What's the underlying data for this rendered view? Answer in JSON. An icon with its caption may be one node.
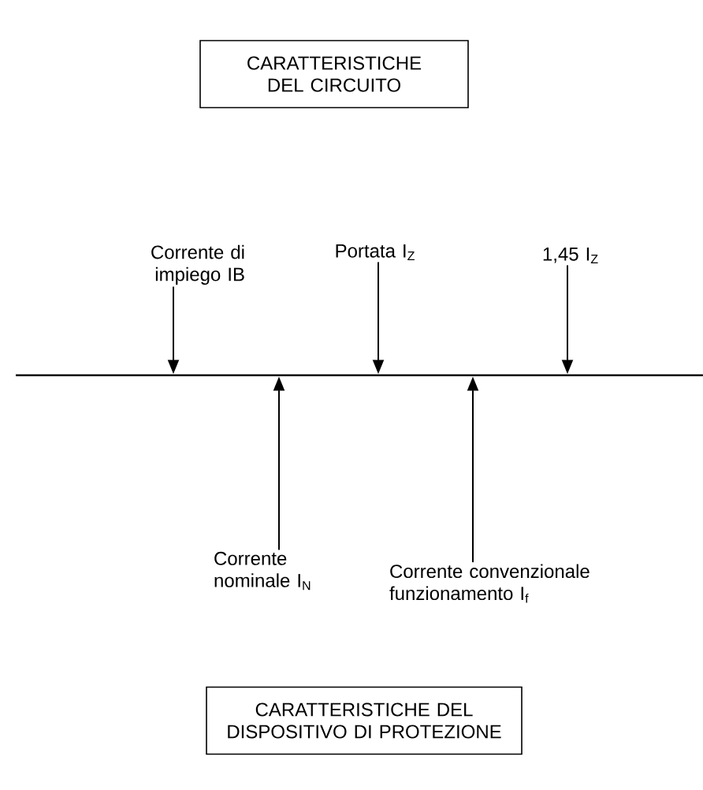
{
  "diagram": {
    "nodes": [
      {
        "text": [
          "CARATTERISTICHE DEL CIRCUITO"
        ]
      },
      {
        "text": [
          "CARATTERISTICHE DEL DISPOSITIVO DI PROTEZIONE"
        ]
      },
      {
        "text": [
          "Corrente di impiego IB"
        ]
      },
      {
        "text": [
          "Portata I$_{Z}$"
        ]
      },
      {
        "text": [
          "1,45 I$_{Z}$"
        ]
      },
      {
        "text": [
          "Corrente nominale I$_{N}$"
        ]
      },
      {
        "text": [
          "Corrente convenzionale funzionamento I$_{f}$"
        ]
      },
      {
        "text": [],
        "shape": "line"
      }
    ],
    "edges": [
      {
        "from": 2,
        "to": 7,
        "arrow": "to"
      },
      {
        "from": 3,
        "to": 7,
        "arrow": "to"
      },
      {
        "from": 4,
        "to": 7,
        "arrow": "to"
      },
      {
        "from": 5,
        "to": 7,
        "arrow": "to"
      },
      {
        "from": 6,
        "to": 7,
        "arrow": "to"
      }
    ]
  }
}
